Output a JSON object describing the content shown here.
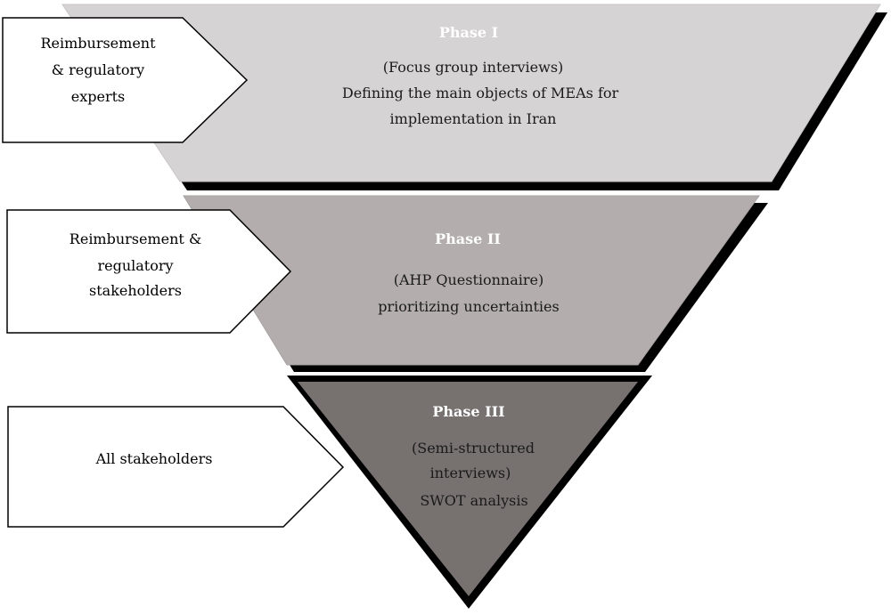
{
  "phases": [
    {
      "title": "Phase I",
      "lines": [
        "(Focus group interviews)",
        "Defining the main objects of MEAs for",
        "implementation in Iran"
      ],
      "fill": "#d5d3d4",
      "participants": [
        "Reimbursement",
        "& regulatory",
        "experts"
      ]
    },
    {
      "title": "Phase II",
      "lines": [
        "(AHP Questionnaire)",
        "prioritizing uncertainties"
      ],
      "fill": "#b3adad",
      "participants": [
        "Reimbursement &",
        "regulatory",
        "stakeholders"
      ]
    },
    {
      "title": "Phase III",
      "lines": [
        "(Semi-structured",
        "interviews)",
        "SWOT analysis"
      ],
      "fill": "#777170",
      "participants": [
        "All stakeholders"
      ]
    }
  ]
}
